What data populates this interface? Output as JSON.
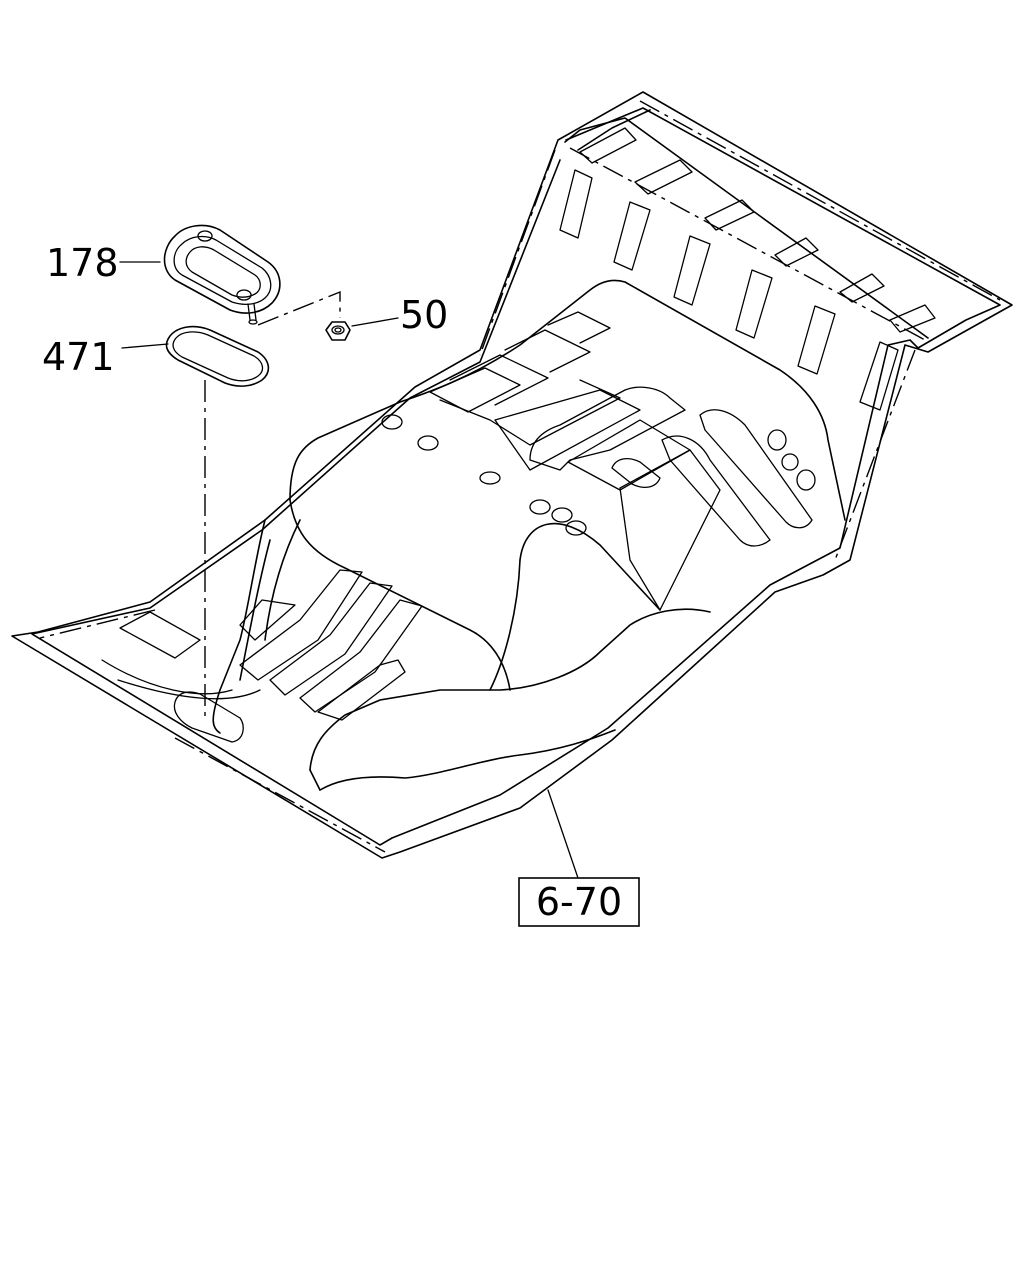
{
  "callouts": {
    "cover": "178",
    "gasket": "471",
    "nut": "50",
    "reference": "6-70"
  },
  "colors": {
    "line": "#000000",
    "background": "#ffffff"
  }
}
